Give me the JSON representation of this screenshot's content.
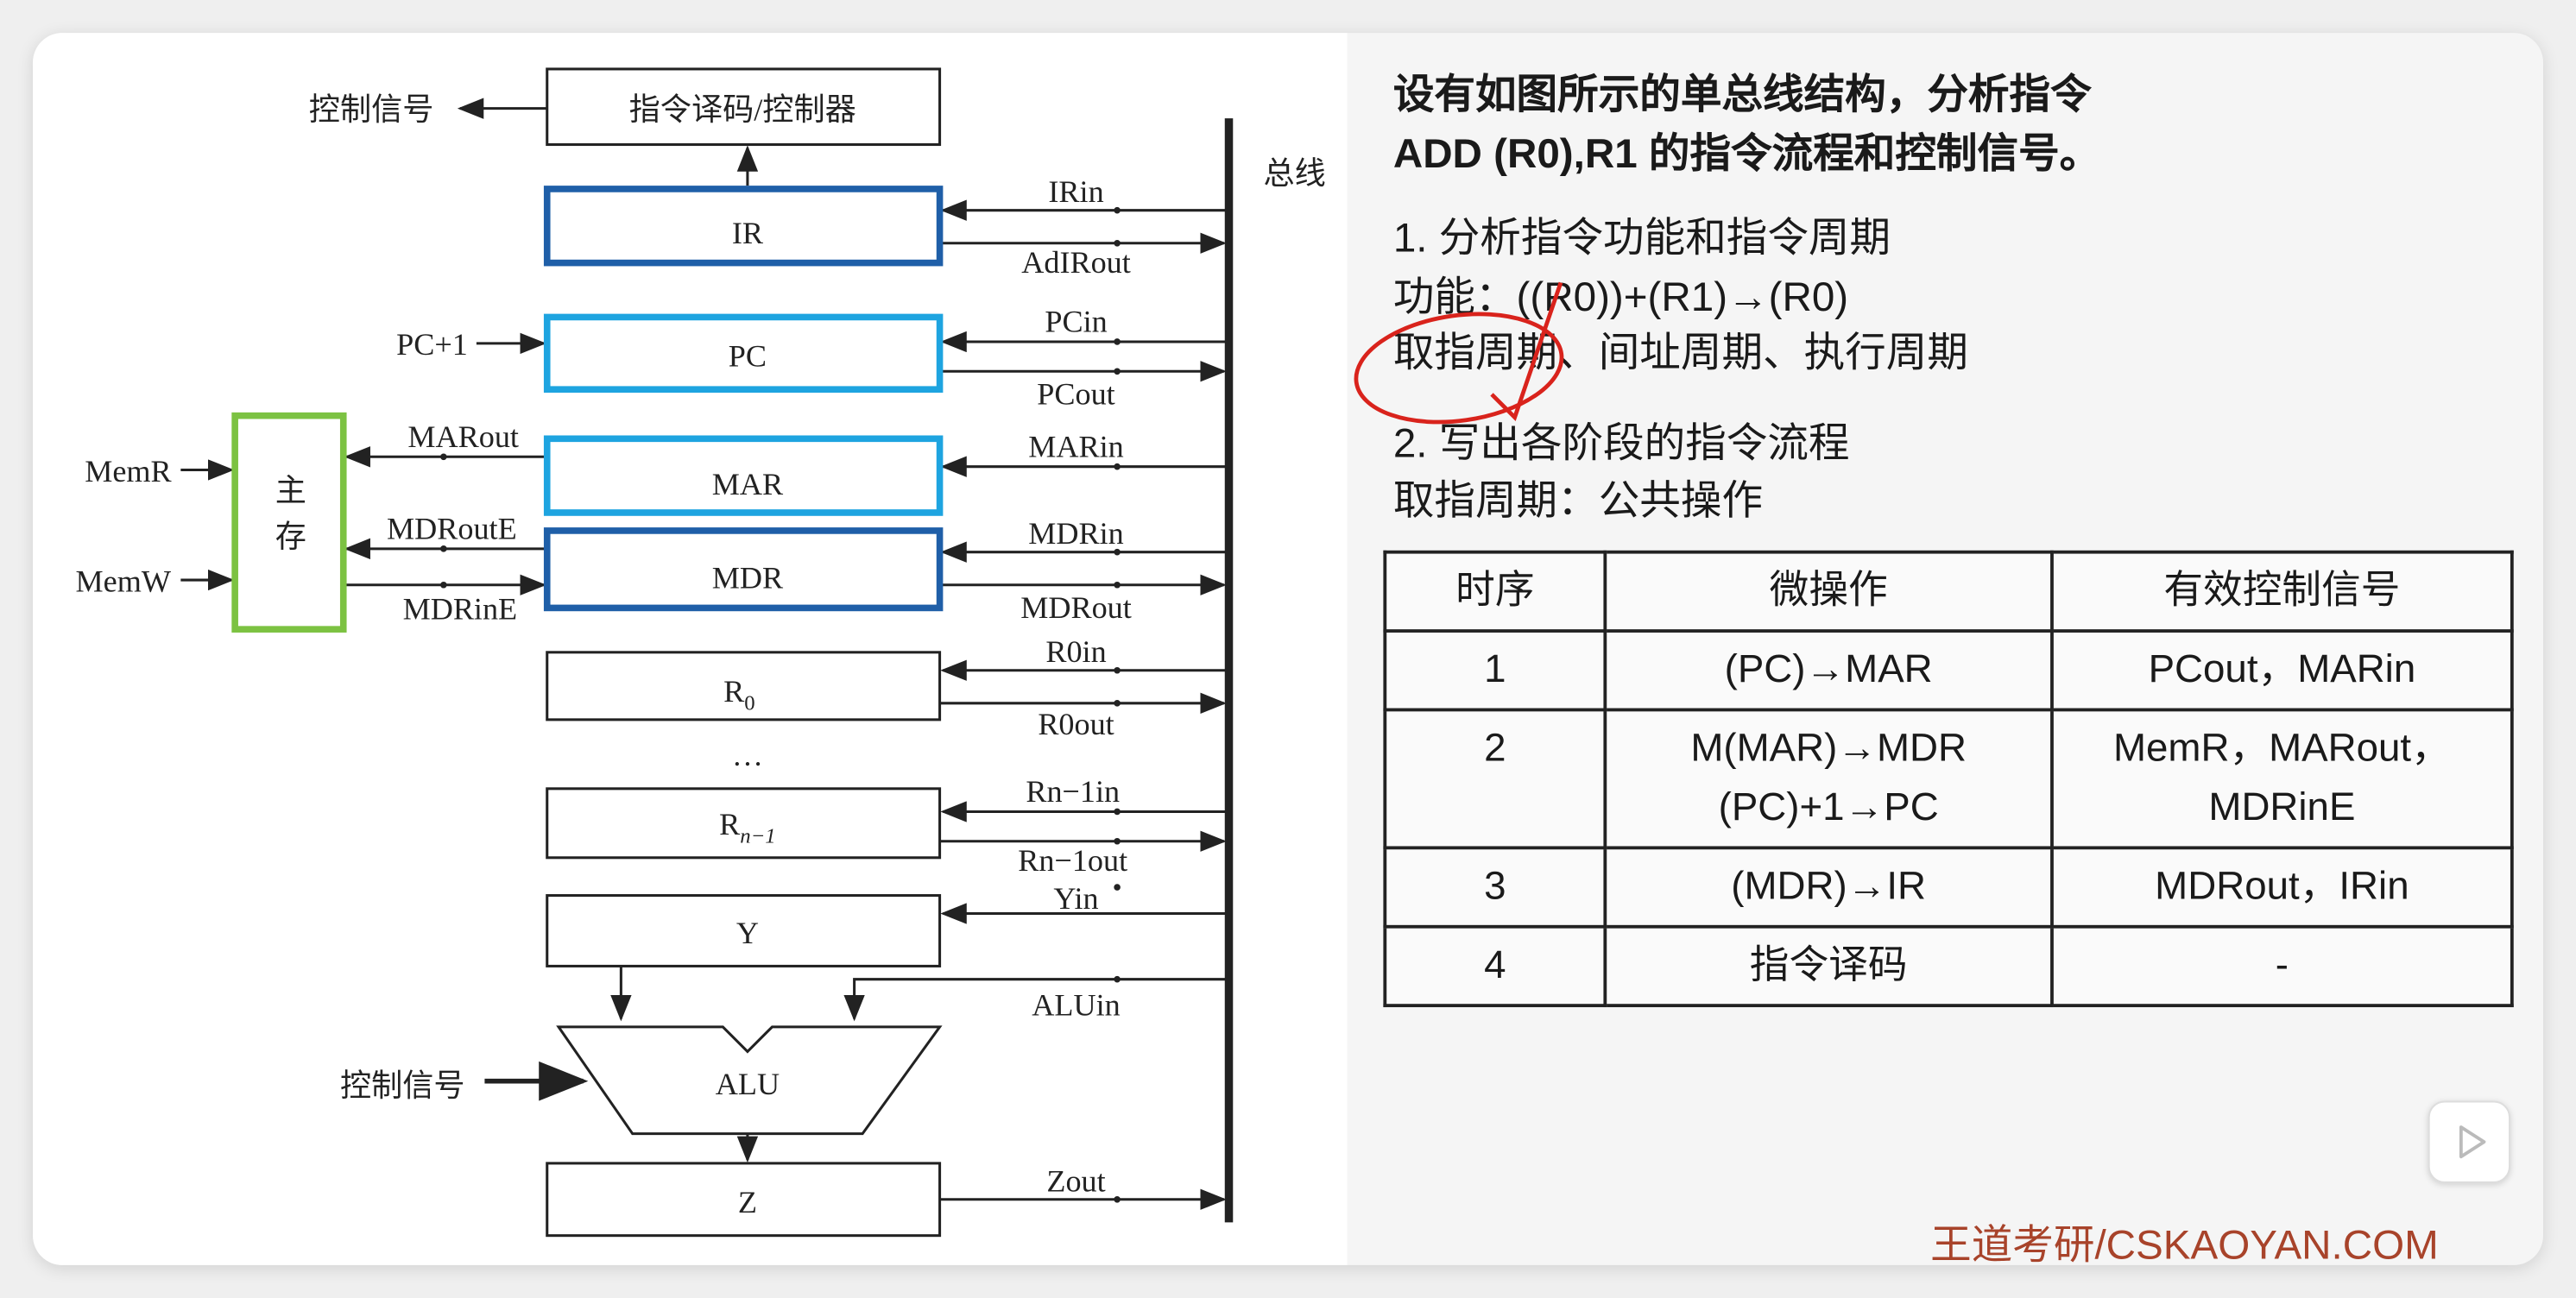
{
  "diagram": {
    "ctrl_signal_top": "控制信号",
    "decoder": "指令译码/控制器",
    "bus": "总线",
    "IR": "IR",
    "IRin": "IRin",
    "AdIRout": "AdIRout",
    "PC": "PC",
    "PCin": "PCin",
    "PCout": "PCout",
    "PC_plus1": "PC+1",
    "memory_1": "主",
    "memory_2": "存",
    "MemR": "MemR",
    "MemW": "MemW",
    "MAR": "MAR",
    "MARin": "MARin",
    "MARout": "MARout",
    "MDR": "MDR",
    "MDRin": "MDRin",
    "MDRout": "MDRout",
    "MDRoutE": "MDRoutE",
    "MDRinE": "MDRinE",
    "R0": "R",
    "R0_sub": "0",
    "R0in": "R0in",
    "R0out": "R0out",
    "ellipsis": "…",
    "Rn1": "R",
    "Rn1_sub": "n−1",
    "Rn1in": "Rn−1in",
    "Rn1out": "Rn−1out",
    "Y": "Y",
    "Yin": "Yin",
    "ALUin": "ALUin",
    "ALU": "ALU",
    "ctrl_signal_alu": "控制信号",
    "Z": "Z",
    "Zout": "Zout"
  },
  "panel": {
    "question_line1": "设有如图所示的单总线结构，分析指令",
    "question_line2": "ADD (R0),R1 的指令流程和控制信号。",
    "step1": "1.  分析指令功能和指令周期",
    "function": "功能：((R0))+(R1)→(R0)",
    "cycles": "取指周期、间址周期、执行周期",
    "step2": "2.  写出各阶段的指令流程",
    "fetch": "取指周期：公共操作"
  },
  "table": {
    "headers": [
      "时序",
      "微操作",
      "有效控制信号"
    ],
    "rows": [
      {
        "seq": "1",
        "op1": "(PC)→MAR",
        "op2": "",
        "sig1": "PCout，MARin",
        "sig2": ""
      },
      {
        "seq": "2",
        "op1": "M(MAR)→MDR",
        "op2": "(PC)+1→PC",
        "sig1": "MemR，MARout，",
        "sig2": "MDRinE"
      },
      {
        "seq": "3",
        "op1": "(MDR)→IR",
        "op2": "",
        "sig1": "MDRout，IRin",
        "sig2": ""
      },
      {
        "seq": "4",
        "op1": "指令译码",
        "op2": "",
        "sig1": "-",
        "sig2": ""
      }
    ]
  },
  "watermark": "王道考研/CSKAOYAN.COM",
  "colors": {
    "dark_blue": "#1f5fa8",
    "light_blue": "#1ea4e0",
    "green": "#7cc242",
    "annotation_red": "#d9231c",
    "watermark": "#a8432a"
  }
}
